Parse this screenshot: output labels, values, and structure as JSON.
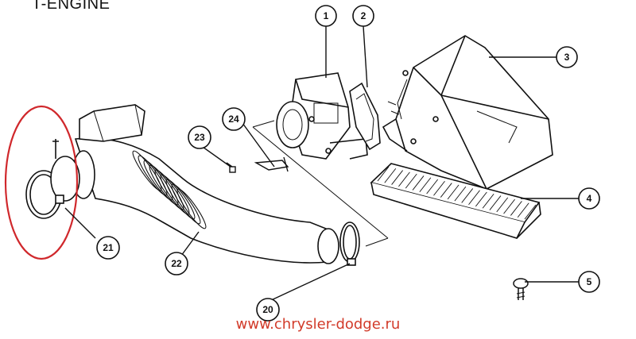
{
  "title": "T-ENGINE",
  "watermark": "www.chrysler-dodge.ru",
  "callouts": [
    "1",
    "2",
    "3",
    "4",
    "5",
    "20",
    "21",
    "22",
    "23",
    "24"
  ],
  "colors": {
    "line": "#111111",
    "highlight": "#d0282c",
    "watermark": "#d23b2a"
  }
}
